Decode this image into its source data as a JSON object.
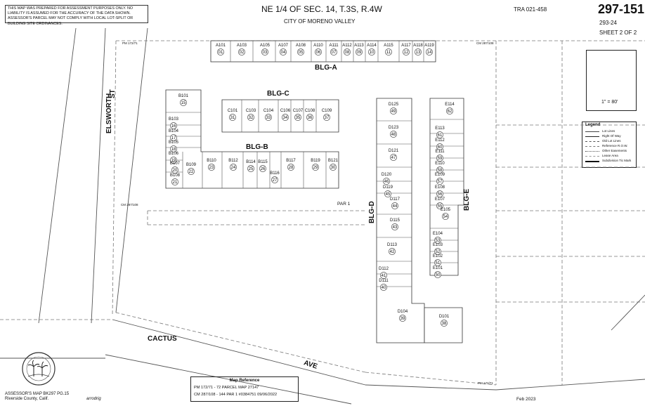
{
  "header": {
    "disclaimer": "THIS MAP WAS PREPARED FOR ASSESSMENT PURPOSES ONLY. NO LIABILITY IS ASSUMED FOR THE ACCURACY OF THE DATA SHOWN. ASSESSOR'S PARCEL MAY NOT COMPLY WITH LOCAL LOT-SPLIT OR BUILDING SITE ORDINANCES.",
    "title": "NE 1/4 OF SEC. 14, T.3S, R.4W",
    "city": "CITY OF MORENO VALLEY",
    "tra": "TRA 021-458",
    "book_page": "297-151",
    "sub_page": "293-24",
    "sheet": "SHEET 2 OF 2"
  },
  "scale": "1\" = 80'",
  "legend": {
    "title": "Legend",
    "items": [
      "Lot Lines",
      "Right Of Way",
      "Old Lot Lines",
      "Reference R.O.W.",
      "Other Easements",
      "Lease Area",
      "Subdivision Tic Mark"
    ]
  },
  "streets": {
    "elsworth": "ELSWORTH",
    "st": "ST",
    "cactus": "CACTUS",
    "ave": "AVE"
  },
  "parcel_label": "PAR 1",
  "small_refs": {
    "pm_top": "PM 172/71",
    "cm_top": "CM 287/108",
    "cm_left": "CM 287/108",
    "pm_bottom": "PM 172/71"
  },
  "building_labels": {
    "a": "BLG-A",
    "b": "BLG-B",
    "c": "BLG-C",
    "d": "BLG-D",
    "e": "BLG-E"
  },
  "units": {
    "a": [
      {
        "name": "A101",
        "num": "01"
      },
      {
        "name": "A103",
        "num": "02"
      },
      {
        "name": "A105",
        "num": "03"
      },
      {
        "name": "A107",
        "num": "04"
      },
      {
        "name": "A108",
        "num": "05"
      },
      {
        "name": "A110",
        "num": "06"
      },
      {
        "name": "A111",
        "num": "07"
      },
      {
        "name": "A112",
        "num": "08"
      },
      {
        "name": "A113",
        "num": "09"
      },
      {
        "name": "A114",
        "num": "10"
      },
      {
        "name": "A115",
        "num": "11"
      },
      {
        "name": "A117",
        "num": "12"
      },
      {
        "name": "A118",
        "num": "13"
      },
      {
        "name": "A119",
        "num": "14"
      }
    ],
    "b_left": [
      {
        "name": "B101",
        "num": "15"
      },
      {
        "name": "B103",
        "num": "16"
      },
      {
        "name": "B104",
        "num": "17"
      },
      {
        "name": "B105",
        "num": "18"
      },
      {
        "name": "B106",
        "num": "19"
      },
      {
        "name": "B107",
        "num": "20"
      },
      {
        "name": "B108",
        "num": "21"
      }
    ],
    "b_row": [
      {
        "name": "B109",
        "num": "22"
      },
      {
        "name": "B110",
        "num": "23"
      },
      {
        "name": "B112",
        "num": "24"
      },
      {
        "name": "B114",
        "num": "25"
      },
      {
        "name": "B115",
        "num": "26"
      },
      {
        "name": "B116",
        "num": "27"
      },
      {
        "name": "B117",
        "num": "28"
      },
      {
        "name": "B119",
        "num": "29"
      },
      {
        "name": "B121",
        "num": "30"
      }
    ],
    "c": [
      {
        "name": "C101",
        "num": "31"
      },
      {
        "name": "C103",
        "num": "32"
      },
      {
        "name": "C104",
        "num": "33"
      },
      {
        "name": "C106",
        "num": "34"
      },
      {
        "name": "C107",
        "num": "35"
      },
      {
        "name": "C108",
        "num": "36"
      },
      {
        "name": "C109",
        "num": "37"
      }
    ],
    "d": [
      {
        "name": "D125",
        "num": "49"
      },
      {
        "name": "D123",
        "num": "48"
      },
      {
        "name": "D121",
        "num": "47"
      },
      {
        "name": "D120",
        "num": "46"
      },
      {
        "name": "D119",
        "num": "45"
      },
      {
        "name": "D117",
        "num": "44"
      },
      {
        "name": "D115",
        "num": "43"
      },
      {
        "name": "D113",
        "num": "42"
      },
      {
        "name": "D112",
        "num": "41"
      },
      {
        "name": "D111",
        "num": "40"
      },
      {
        "name": "D104",
        "num": "39"
      },
      {
        "name": "D101",
        "num": "38"
      }
    ],
    "e": [
      {
        "name": "E114",
        "num": "62"
      },
      {
        "name": "E113",
        "num": "61"
      },
      {
        "name": "E112",
        "num": "60"
      },
      {
        "name": "E111",
        "num": "59"
      },
      {
        "name": "E110",
        "num": "58"
      },
      {
        "name": "E109",
        "num": "57"
      },
      {
        "name": "E108",
        "num": "56"
      },
      {
        "name": "E107",
        "num": "55"
      },
      {
        "name": "E105",
        "num": "54"
      },
      {
        "name": "E104",
        "num": "53"
      },
      {
        "name": "E103",
        "num": "52"
      },
      {
        "name": "E102",
        "num": "51"
      },
      {
        "name": "E101",
        "num": "50"
      }
    ]
  },
  "map_reference": {
    "title": "Map Reference",
    "line1": "PM 172/71 - 72  PARCEL MAP 27147",
    "line2": "CM 287/108 - 144  PAR 1 #0384751 09/06/2022"
  },
  "footer": {
    "assessor_line1": "ASSESSOR'S MAP BK297 PG.15",
    "assessor_line2": "Riverside County, Calif.",
    "signature": "arrodrig",
    "date": "Feb 2023"
  }
}
